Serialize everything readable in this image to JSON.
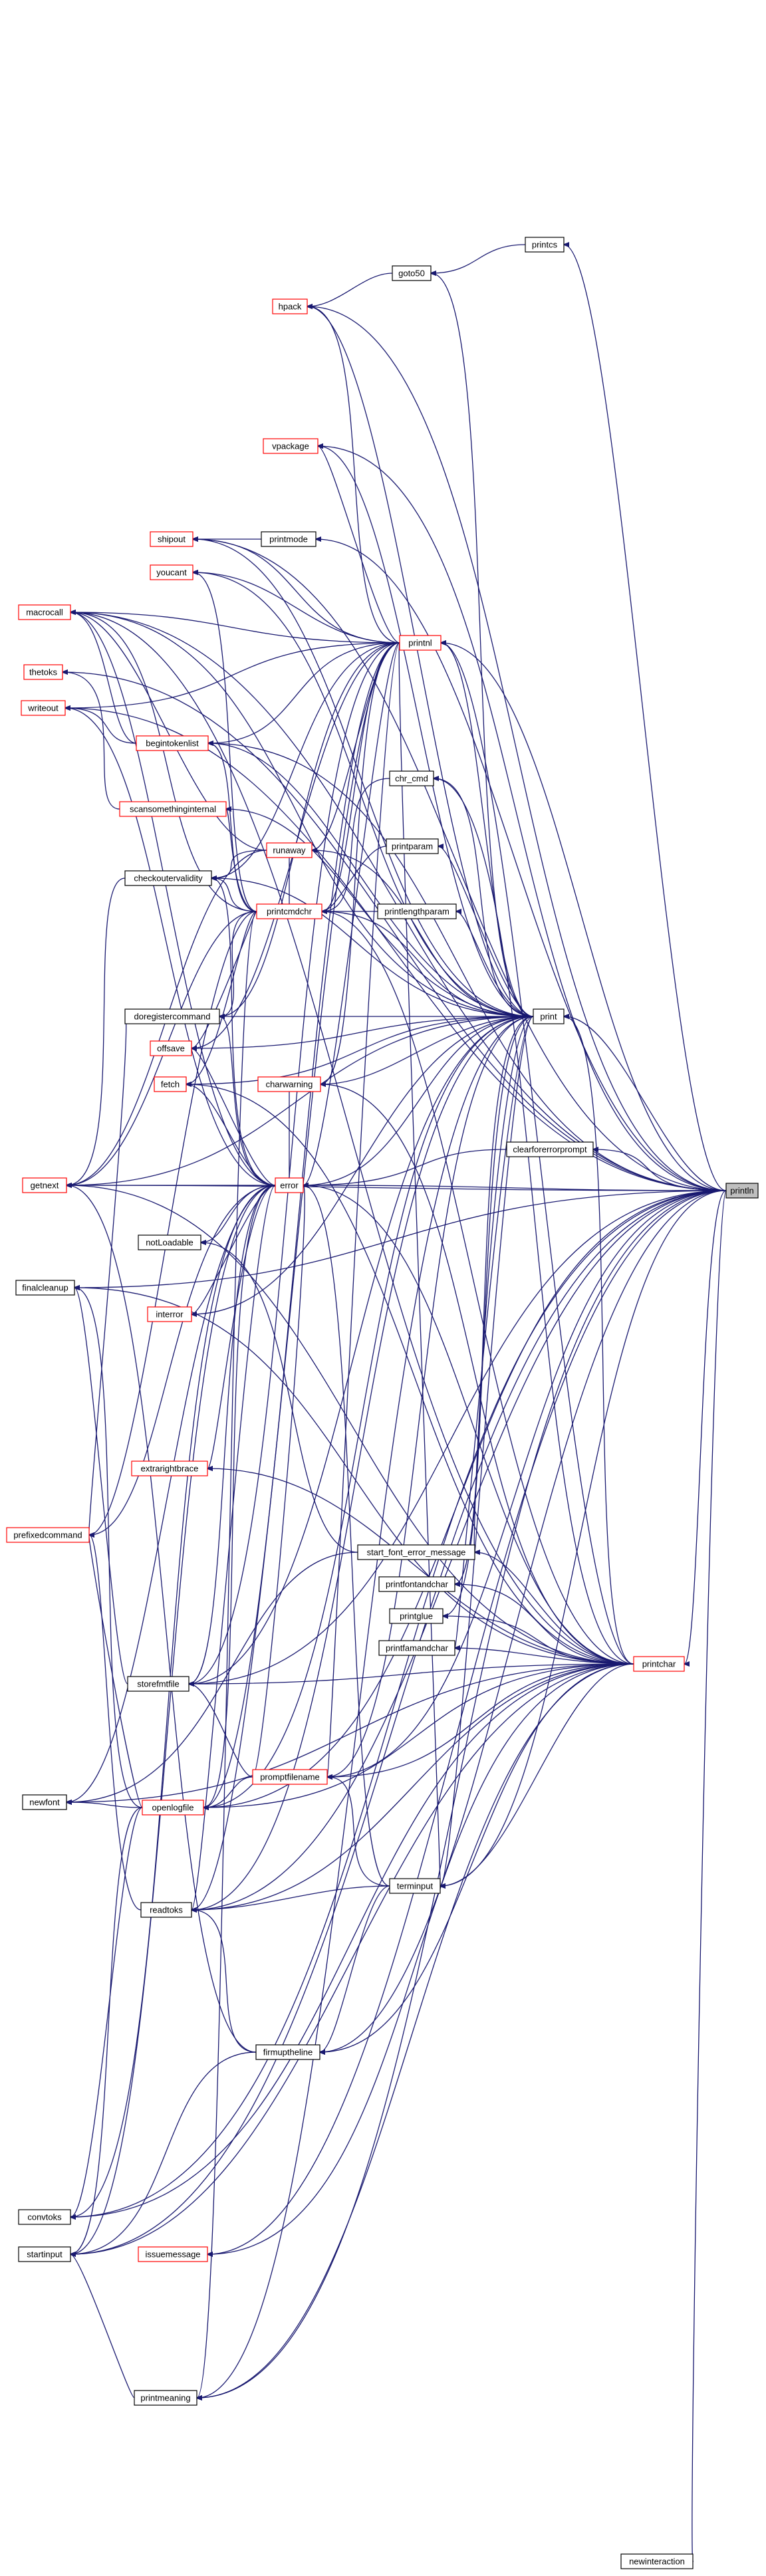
{
  "graph": {
    "nodes": [
      {
        "id": "println",
        "label": "println",
        "style": "highlight"
      },
      {
        "id": "printcs",
        "label": "printcs",
        "style": "black"
      },
      {
        "id": "goto50",
        "label": "goto50",
        "style": "black"
      },
      {
        "id": "hpack",
        "label": "hpack",
        "style": "red"
      },
      {
        "id": "vpackage",
        "label": "vpackage",
        "style": "red"
      },
      {
        "id": "shipout",
        "label": "shipout",
        "style": "red"
      },
      {
        "id": "printmode",
        "label": "printmode",
        "style": "black"
      },
      {
        "id": "youcant",
        "label": "youcant",
        "style": "red"
      },
      {
        "id": "macrocall",
        "label": "macrocall",
        "style": "red"
      },
      {
        "id": "printnl",
        "label": "printnl",
        "style": "red"
      },
      {
        "id": "thetoks",
        "label": "thetoks",
        "style": "red"
      },
      {
        "id": "writeout",
        "label": "writeout",
        "style": "red"
      },
      {
        "id": "begintokenlist",
        "label": "begintokenlist",
        "style": "red"
      },
      {
        "id": "chr_cmd",
        "label": "chr_cmd",
        "style": "black"
      },
      {
        "id": "scansomethinginternal",
        "label": "scansomethinginternal",
        "style": "red"
      },
      {
        "id": "printparam",
        "label": "printparam",
        "style": "black"
      },
      {
        "id": "runaway",
        "label": "runaway",
        "style": "red"
      },
      {
        "id": "checkoutervalidity",
        "label": "checkoutervalidity",
        "style": "black"
      },
      {
        "id": "printcmdchr",
        "label": "printcmdchr",
        "style": "red"
      },
      {
        "id": "printlengthparam",
        "label": "printlengthparam",
        "style": "black"
      },
      {
        "id": "doregistercommand",
        "label": "doregistercommand",
        "style": "black"
      },
      {
        "id": "print",
        "label": "print",
        "style": "black"
      },
      {
        "id": "offsave",
        "label": "offsave",
        "style": "red"
      },
      {
        "id": "fetch",
        "label": "fetch",
        "style": "red"
      },
      {
        "id": "charwarning",
        "label": "charwarning",
        "style": "red"
      },
      {
        "id": "clearforerrorprompt",
        "label": "clearforerrorprompt",
        "style": "black"
      },
      {
        "id": "getnext",
        "label": "getnext",
        "style": "red"
      },
      {
        "id": "error",
        "label": "error",
        "style": "red"
      },
      {
        "id": "notLoadable",
        "label": "notLoadable",
        "style": "black"
      },
      {
        "id": "finalcleanup",
        "label": "finalcleanup",
        "style": "black"
      },
      {
        "id": "interror",
        "label": "interror",
        "style": "red"
      },
      {
        "id": "extrarightbrace",
        "label": "extrarightbrace",
        "style": "red"
      },
      {
        "id": "prefixedcommand",
        "label": "prefixedcommand",
        "style": "red"
      },
      {
        "id": "start_font_error_message",
        "label": "start_font_error_message",
        "style": "black"
      },
      {
        "id": "printfontandchar",
        "label": "printfontandchar",
        "style": "black"
      },
      {
        "id": "printglue",
        "label": "printglue",
        "style": "black"
      },
      {
        "id": "printfamandchar",
        "label": "printfamandchar",
        "style": "black"
      },
      {
        "id": "printchar",
        "label": "printchar",
        "style": "red"
      },
      {
        "id": "storefmtfile",
        "label": "storefmtfile",
        "style": "black"
      },
      {
        "id": "promptfilename",
        "label": "promptfilename",
        "style": "red"
      },
      {
        "id": "newfont",
        "label": "newfont",
        "style": "black"
      },
      {
        "id": "openlogfile",
        "label": "openlogfile",
        "style": "red"
      },
      {
        "id": "terminput",
        "label": "terminput",
        "style": "black"
      },
      {
        "id": "readtoks",
        "label": "readtoks",
        "style": "black"
      },
      {
        "id": "firmuptheline",
        "label": "firmuptheline",
        "style": "black"
      },
      {
        "id": "convtoks",
        "label": "convtoks",
        "style": "black"
      },
      {
        "id": "issuemessage",
        "label": "issuemessage",
        "style": "red"
      },
      {
        "id": "startinput",
        "label": "startinput",
        "style": "black"
      },
      {
        "id": "printmeaning",
        "label": "printmeaning",
        "style": "black"
      },
      {
        "id": "newinteraction",
        "label": "newinteraction",
        "style": "black"
      }
    ],
    "edges": [
      [
        "print",
        "println"
      ],
      [
        "printnl",
        "println"
      ],
      [
        "printchar",
        "println"
      ],
      [
        "error",
        "println"
      ],
      [
        "clearforerrorprompt",
        "println"
      ],
      [
        "printcs",
        "println"
      ],
      [
        "macrocall",
        "println"
      ],
      [
        "shipout",
        "println"
      ],
      [
        "hpack",
        "println"
      ],
      [
        "vpackage",
        "println"
      ],
      [
        "writeout",
        "println"
      ],
      [
        "getnext",
        "println"
      ],
      [
        "terminput",
        "println"
      ],
      [
        "promptfilename",
        "println"
      ],
      [
        "openlogfile",
        "println"
      ],
      [
        "firmuptheline",
        "println"
      ],
      [
        "readtoks",
        "println"
      ],
      [
        "startinput",
        "println"
      ],
      [
        "printmeaning",
        "println"
      ],
      [
        "convtoks",
        "println"
      ],
      [
        "issuemessage",
        "println"
      ],
      [
        "newinteraction",
        "println"
      ],
      [
        "finalcleanup",
        "println"
      ],
      [
        "storefmtfile",
        "println"
      ],
      [
        "begintokenlist",
        "println"
      ],
      [
        "thetoks",
        "println"
      ],
      [
        "printmode",
        "println"
      ],
      [
        "printnl",
        "print"
      ],
      [
        "printcmdchr",
        "print"
      ],
      [
        "chr_cmd",
        "print"
      ],
      [
        "printparam",
        "print"
      ],
      [
        "printlengthparam",
        "print"
      ],
      [
        "error",
        "print"
      ],
      [
        "offsave",
        "print"
      ],
      [
        "fetch",
        "print"
      ],
      [
        "charwarning",
        "print"
      ],
      [
        "doregistercommand",
        "print"
      ],
      [
        "checkoutervalidity",
        "print"
      ],
      [
        "runaway",
        "print"
      ],
      [
        "goto50",
        "print"
      ],
      [
        "hpack",
        "print"
      ],
      [
        "vpackage",
        "print"
      ],
      [
        "shipout",
        "print"
      ],
      [
        "youcant",
        "print"
      ],
      [
        "macrocall",
        "print"
      ],
      [
        "begintokenlist",
        "print"
      ],
      [
        "scansomethinginternal",
        "print"
      ],
      [
        "getnext",
        "print"
      ],
      [
        "printfontandchar",
        "print"
      ],
      [
        "printglue",
        "print"
      ],
      [
        "printfamandchar",
        "print"
      ],
      [
        "start_font_error_message",
        "print"
      ],
      [
        "storefmtfile",
        "print"
      ],
      [
        "promptfilename",
        "print"
      ],
      [
        "openlogfile",
        "print"
      ],
      [
        "terminput",
        "print"
      ],
      [
        "interror",
        "print"
      ],
      [
        "printmeaning",
        "print"
      ],
      [
        "readtoks",
        "print"
      ],
      [
        "print",
        "printchar"
      ],
      [
        "printnl",
        "printchar"
      ],
      [
        "printcmdchr",
        "printchar"
      ],
      [
        "error",
        "printchar"
      ],
      [
        "printfontandchar",
        "printchar"
      ],
      [
        "printglue",
        "printchar"
      ],
      [
        "printfamandchar",
        "printchar"
      ],
      [
        "start_font_error_message",
        "printchar"
      ],
      [
        "storefmtfile",
        "printchar"
      ],
      [
        "promptfilename",
        "printchar"
      ],
      [
        "openlogfile",
        "printchar"
      ],
      [
        "terminput",
        "printchar"
      ],
      [
        "readtoks",
        "printchar"
      ],
      [
        "firmuptheline",
        "printchar"
      ],
      [
        "convtoks",
        "printchar"
      ],
      [
        "issuemessage",
        "printchar"
      ],
      [
        "startinput",
        "printchar"
      ],
      [
        "printmeaning",
        "printchar"
      ],
      [
        "newfont",
        "printchar"
      ],
      [
        "fetch",
        "printchar"
      ],
      [
        "charwarning",
        "printchar"
      ],
      [
        "extrarightbrace",
        "printchar"
      ],
      [
        "macrocall",
        "printchar"
      ],
      [
        "getnext",
        "printchar"
      ],
      [
        "chr_cmd",
        "printchar"
      ],
      [
        "finalcleanup",
        "printchar"
      ],
      [
        "error",
        "printnl"
      ],
      [
        "runaway",
        "printnl"
      ],
      [
        "printcmdchr",
        "printnl"
      ],
      [
        "shipout",
        "printnl"
      ],
      [
        "hpack",
        "printnl"
      ],
      [
        "vpackage",
        "printnl"
      ],
      [
        "youcant",
        "printnl"
      ],
      [
        "macrocall",
        "printnl"
      ],
      [
        "begintokenlist",
        "printnl"
      ],
      [
        "writeout",
        "printnl"
      ],
      [
        "promptfilename",
        "printnl"
      ],
      [
        "openlogfile",
        "printnl"
      ],
      [
        "checkoutervalidity",
        "printnl"
      ],
      [
        "storefmtfile",
        "printnl"
      ],
      [
        "terminput",
        "printnl"
      ],
      [
        "readtoks",
        "printnl"
      ],
      [
        "offsave",
        "printnl"
      ],
      [
        "doregistercommand",
        "printnl"
      ],
      [
        "charwarning",
        "printnl"
      ],
      [
        "printcmdchr",
        "chr_cmd"
      ],
      [
        "printcmdchr",
        "printlengthparam"
      ],
      [
        "printcmdchr",
        "printparam"
      ],
      [
        "runaway",
        "printcmdchr"
      ],
      [
        "checkoutervalidity",
        "printcmdchr"
      ],
      [
        "doregistercommand",
        "printcmdchr"
      ],
      [
        "offsave",
        "printcmdchr"
      ],
      [
        "fetch",
        "printcmdchr"
      ],
      [
        "scansomethinginternal",
        "printcmdchr"
      ],
      [
        "begintokenlist",
        "printcmdchr"
      ],
      [
        "macrocall",
        "printcmdchr"
      ],
      [
        "prefixedcommand",
        "printcmdchr"
      ],
      [
        "getnext",
        "printcmdchr"
      ],
      [
        "printmeaning",
        "printcmdchr"
      ],
      [
        "youcant",
        "printcmdchr"
      ],
      [
        "checkoutervalidity",
        "runaway"
      ],
      [
        "macrocall",
        "runaway"
      ],
      [
        "getnext",
        "runaway"
      ],
      [
        "macrocall",
        "begintokenlist"
      ],
      [
        "writeout",
        "begintokenlist"
      ],
      [
        "thetoks",
        "scansomethinginternal"
      ],
      [
        "shipout",
        "printmode"
      ],
      [
        "hpack",
        "goto50"
      ],
      [
        "goto50",
        "printcs"
      ],
      [
        "error",
        "clearforerrorprompt"
      ],
      [
        "getnext",
        "error"
      ],
      [
        "offsave",
        "error"
      ],
      [
        "fetch",
        "error"
      ],
      [
        "charwarning",
        "error"
      ],
      [
        "doregistercommand",
        "error"
      ],
      [
        "checkoutervalidity",
        "error"
      ],
      [
        "interror",
        "error"
      ],
      [
        "extrarightbrace",
        "error"
      ],
      [
        "notLoadable",
        "error"
      ],
      [
        "storefmtfile",
        "error"
      ],
      [
        "openlogfile",
        "error"
      ],
      [
        "readtoks",
        "error"
      ],
      [
        "newfont",
        "error"
      ],
      [
        "prefixedcommand",
        "error"
      ],
      [
        "startinput",
        "error"
      ],
      [
        "convtoks",
        "error"
      ],
      [
        "promptfilename",
        "error"
      ],
      [
        "macrocall",
        "error"
      ],
      [
        "writeout",
        "error"
      ],
      [
        "error",
        "terminput"
      ],
      [
        "promptfilename",
        "terminput"
      ],
      [
        "readtoks",
        "terminput"
      ],
      [
        "firmuptheline",
        "terminput"
      ],
      [
        "openlogfile",
        "promptfilename"
      ],
      [
        "startinput",
        "openlogfile"
      ],
      [
        "finalcleanup",
        "openlogfile"
      ],
      [
        "prefixedcommand",
        "openlogfile"
      ],
      [
        "convtoks",
        "openlogfile"
      ],
      [
        "newfont",
        "openlogfile"
      ],
      [
        "startinput",
        "firmuptheline"
      ],
      [
        "readtoks",
        "firmuptheline"
      ],
      [
        "startinput",
        "printmeaning"
      ],
      [
        "storefmtfile",
        "promptfilename"
      ],
      [
        "newfont",
        "start_font_error_message"
      ],
      [
        "notLoadable",
        "start_font_error_message"
      ],
      [
        "getnext",
        "checkoutervalidity"
      ],
      [
        "prefixedcommand",
        "doregistercommand"
      ],
      [
        "finalcleanup",
        "storefmtfile"
      ],
      [
        "prefixedcommand",
        "readtoks"
      ],
      [
        "getnext",
        "firmuptheline"
      ]
    ]
  }
}
